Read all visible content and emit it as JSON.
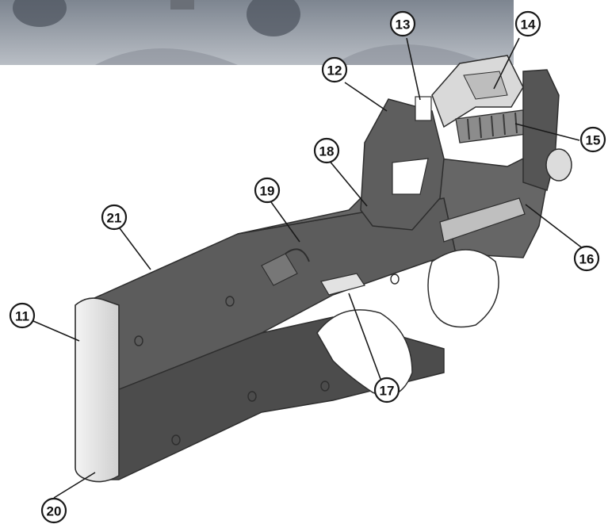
{
  "diagram": {
    "colors": {
      "body": "#5a5a5a",
      "body_dark": "#3e3e3e",
      "body_light": "#777777",
      "butt_plate": "#e8e8e8",
      "photo_strip": "#9aa0a8"
    },
    "callouts": [
      {
        "id": "c11",
        "label": "11"
      },
      {
        "id": "c12",
        "label": "12"
      },
      {
        "id": "c13",
        "label": "13"
      },
      {
        "id": "c14",
        "label": "14"
      },
      {
        "id": "c15",
        "label": "15"
      },
      {
        "id": "c16",
        "label": "16"
      },
      {
        "id": "c17",
        "label": "17"
      },
      {
        "id": "c18",
        "label": "18"
      },
      {
        "id": "c19",
        "label": "19"
      },
      {
        "id": "c20",
        "label": "20"
      },
      {
        "id": "c21",
        "label": "21"
      }
    ]
  }
}
